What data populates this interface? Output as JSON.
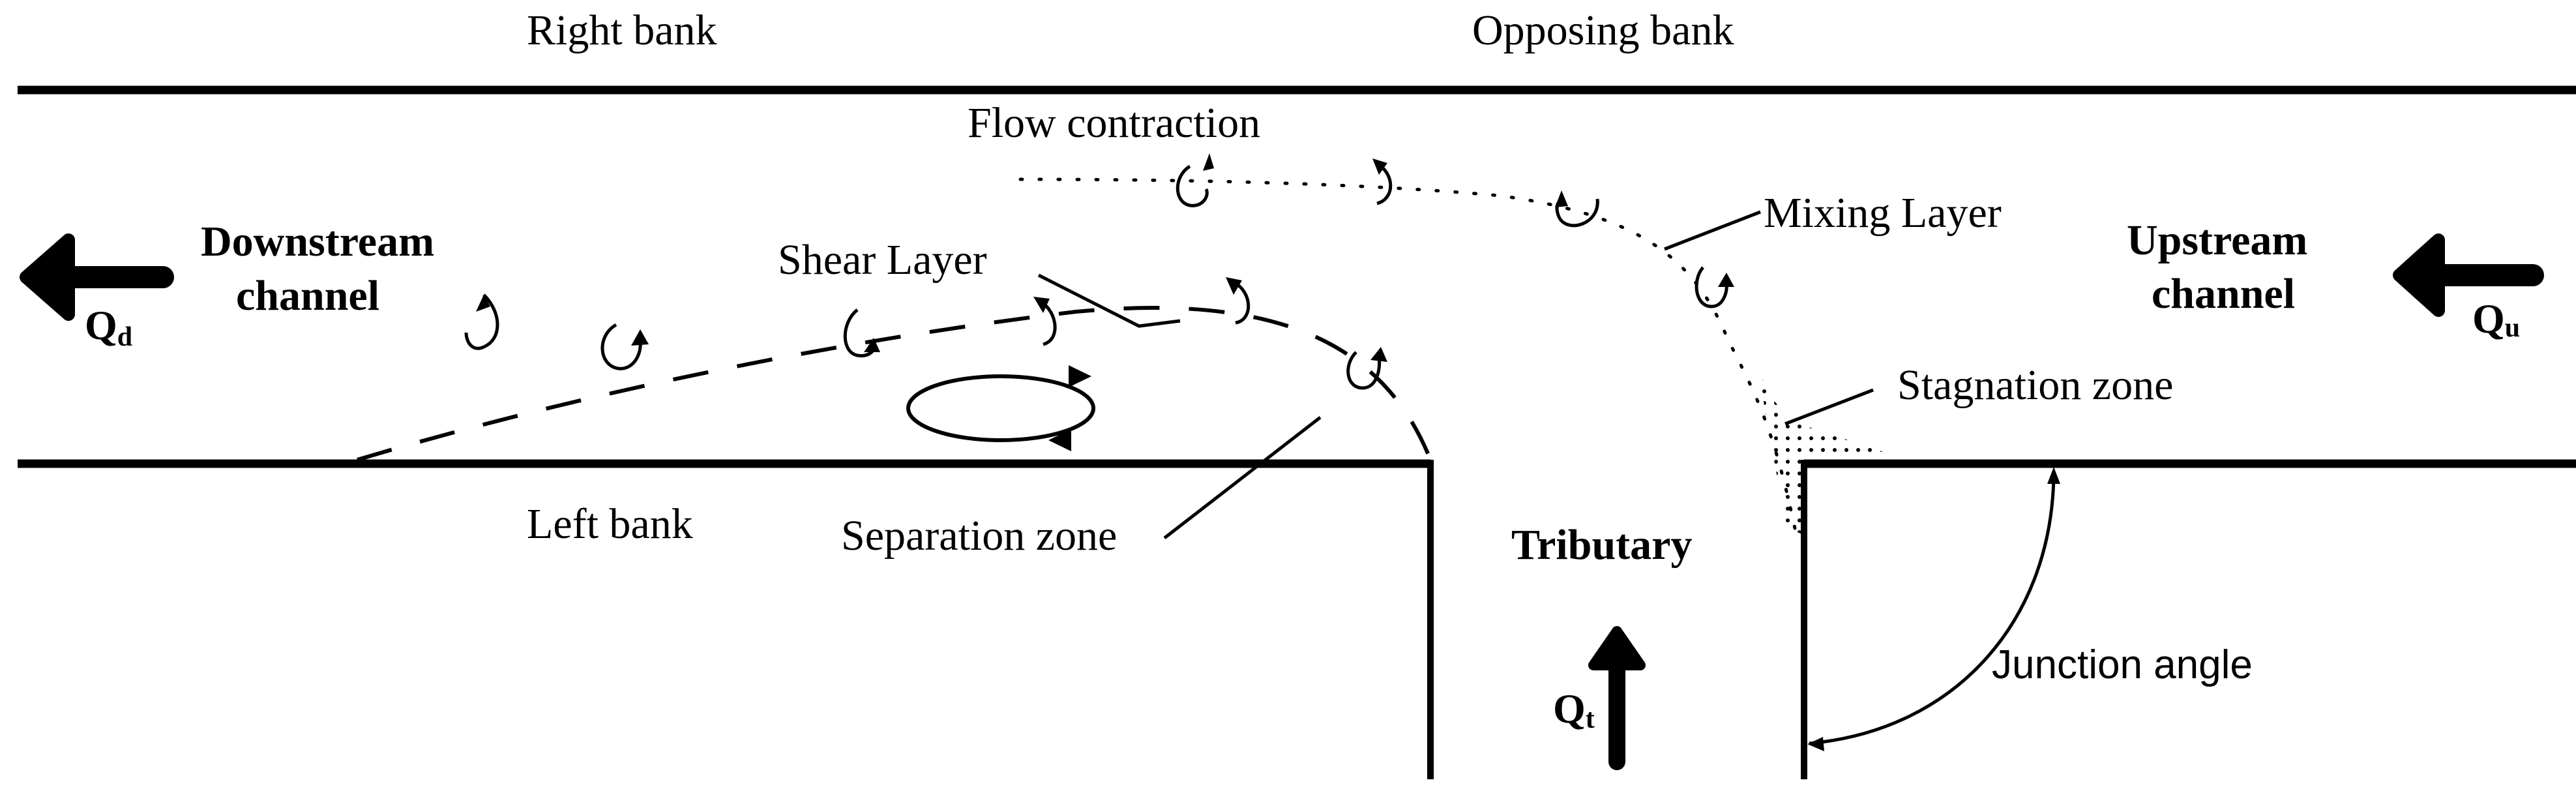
{
  "figure": {
    "type": "channel-confluence-schematic",
    "labels": {
      "right_bank": "Right bank",
      "opposing_bank": "Opposing bank",
      "left_bank": "Left bank",
      "flow_contraction": "Flow contraction",
      "shear_layer": "Shear Layer",
      "mixing_layer": "Mixing Layer",
      "stagnation_zone": "Stagnation zone",
      "separation_zone": "Separation zone",
      "junction_angle": "Junction angle",
      "downstream_line1": "Downstream",
      "downstream_line2": "channel",
      "upstream_line1": "Upstream",
      "upstream_line2": "channel",
      "tributary": "Tributary"
    },
    "discharges": {
      "downstream": {
        "symbol": "Q",
        "subscript": "d",
        "direction": "left"
      },
      "upstream": {
        "symbol": "Q",
        "subscript": "u",
        "direction": "left"
      },
      "tributary": {
        "symbol": "Q",
        "subscript": "t",
        "direction": "up"
      }
    },
    "legend_styles": {
      "shear_layer": "dashed line",
      "mixing_layer": "dotted line",
      "stagnation_zone": "stippled area",
      "separation_zone": "recirculating ellipse"
    },
    "colors": {
      "ink": "#000000",
      "background": "#ffffff"
    }
  }
}
